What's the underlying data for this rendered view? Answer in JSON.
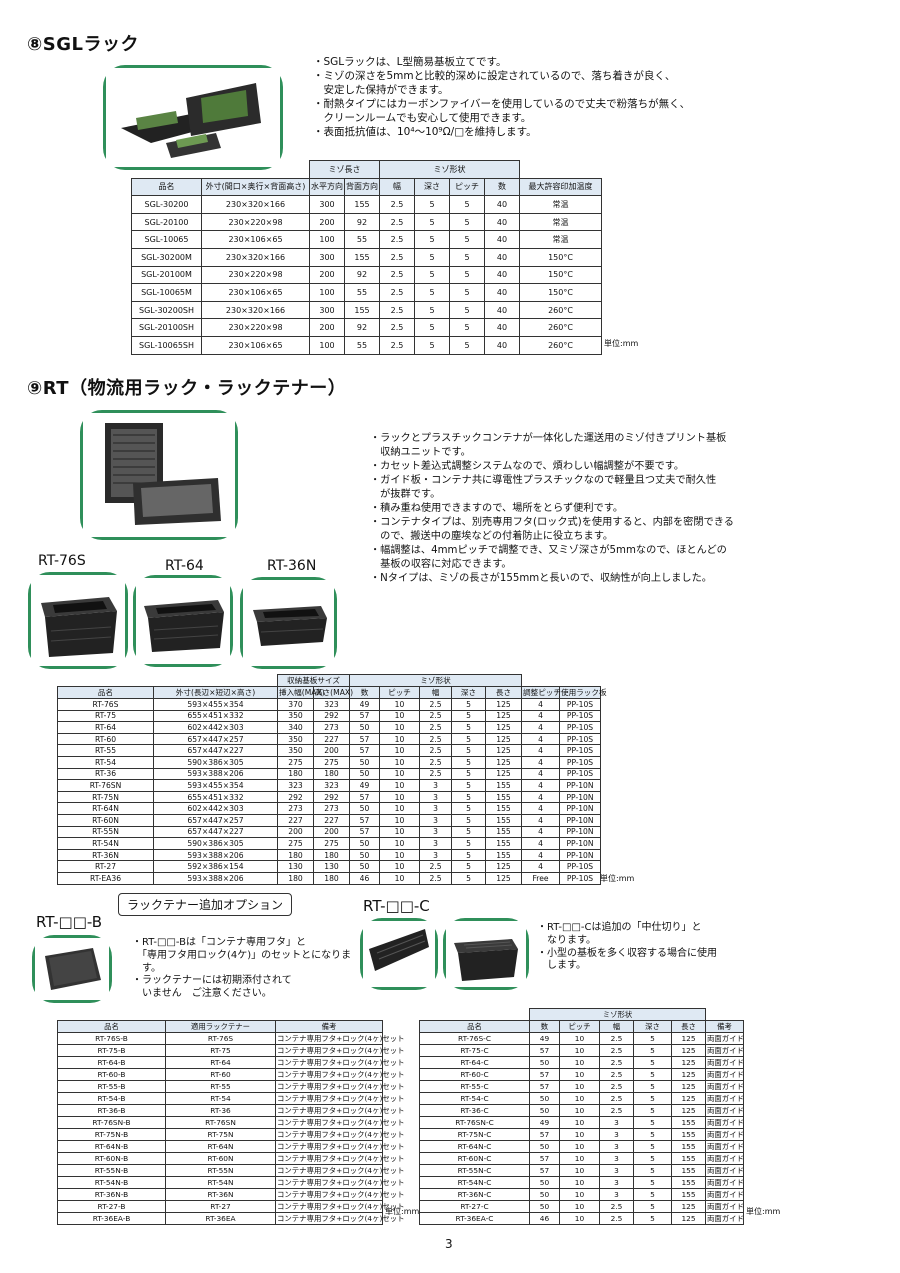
{
  "sgl": {
    "heading": "⑧SGLラック",
    "bullets": [
      "・SGLラックは、L型簡易基板立てです。",
      "・ミゾの深さを5mmと比較的深めに設定されているので、落ち着きが良く、",
      "　安定した保持ができます。",
      "・耐熱タイプにはカーボンファイバーを使用しているので丈夫で粉落ちが無く、",
      "　クリーンルームでも安心して使用できます。",
      "・表面抵抗値は、10⁴〜10⁹Ω/□を維持します。"
    ],
    "table": {
      "group_headers": [
        "ミゾ長さ",
        "ミゾ形状"
      ],
      "headers": [
        "品名",
        "外寸(間口×奥行×背面高さ)",
        "水平方向",
        "背面方向",
        "幅",
        "深さ",
        "ピッチ",
        "数",
        "最大許容印加温度"
      ],
      "rows": [
        [
          "SGL-30200",
          "230×320×166",
          "300",
          "155",
          "2.5",
          "5",
          "5",
          "40",
          "常温"
        ],
        [
          "SGL-20100",
          "230×220×98",
          "200",
          "92",
          "2.5",
          "5",
          "5",
          "40",
          "常温"
        ],
        [
          "SGL-10065",
          "230×106×65",
          "100",
          "55",
          "2.5",
          "5",
          "5",
          "40",
          "常温"
        ],
        [
          "SGL-30200M",
          "230×320×166",
          "300",
          "155",
          "2.5",
          "5",
          "5",
          "40",
          "150°C"
        ],
        [
          "SGL-20100M",
          "230×220×98",
          "200",
          "92",
          "2.5",
          "5",
          "5",
          "40",
          "150°C"
        ],
        [
          "SGL-10065M",
          "230×106×65",
          "100",
          "55",
          "2.5",
          "5",
          "5",
          "40",
          "150°C"
        ],
        [
          "SGL-30200SH",
          "230×320×166",
          "300",
          "155",
          "2.5",
          "5",
          "5",
          "40",
          "260°C"
        ],
        [
          "SGL-20100SH",
          "230×220×98",
          "200",
          "92",
          "2.5",
          "5",
          "5",
          "40",
          "260°C"
        ],
        [
          "SGL-10065SH",
          "230×106×65",
          "100",
          "55",
          "2.5",
          "5",
          "5",
          "40",
          "260°C"
        ]
      ],
      "unit": "単位:mm"
    }
  },
  "rt": {
    "heading": "⑨RT（物流用ラック・ラックテナー）",
    "bullets": [
      "・ラックとプラスチックコンテナが一体化した運送用のミゾ付きプリント基板",
      "　収納ユニットです。",
      "・カセット差込式調整システムなので、煩わしい幅調整が不要です。",
      "・ガイド板・コンテナ共に導電性プラスチックなので軽量且つ丈夫で耐久性",
      "　が抜群です。",
      "・積み重ね使用できますので、場所をとらず便利です。",
      "・コンテナタイプは、別売専用フタ(ロック式)を使用すると、内部を密閉できる",
      "　ので、搬送中の塵埃などの付着防止に役立ちます。",
      "・幅調整は、4mmピッチで調整でき、又ミゾ深さが5mmなので、ほとんどの",
      "　基板の収容に対応できます。",
      "・Nタイプは、ミゾの長さが155mmと長いので、収納性が向上しました。"
    ],
    "captions": [
      "RT-76S",
      "RT-64",
      "RT-36N"
    ],
    "table": {
      "group_headers": [
        "収納基板サイズ",
        "ミゾ形状"
      ],
      "headers": [
        "品名",
        "外寸(長辺×短辺×高さ)",
        "挿入幅(MAX)",
        "高さ(MAX)",
        "数",
        "ピッチ",
        "幅",
        "深さ",
        "長さ",
        "調整ピッチ",
        "使用ラック板"
      ],
      "rows": [
        [
          "RT-76S",
          "593×455×354",
          "370",
          "323",
          "49",
          "10",
          "2.5",
          "5",
          "125",
          "4",
          "PP-10S"
        ],
        [
          "RT-75",
          "655×451×332",
          "350",
          "292",
          "57",
          "10",
          "2.5",
          "5",
          "125",
          "4",
          "PP-10S"
        ],
        [
          "RT-64",
          "602×442×303",
          "340",
          "273",
          "50",
          "10",
          "2.5",
          "5",
          "125",
          "4",
          "PP-10S"
        ],
        [
          "RT-60",
          "657×447×257",
          "350",
          "227",
          "57",
          "10",
          "2.5",
          "5",
          "125",
          "4",
          "PP-10S"
        ],
        [
          "RT-55",
          "657×447×227",
          "350",
          "200",
          "57",
          "10",
          "2.5",
          "5",
          "125",
          "4",
          "PP-10S"
        ],
        [
          "RT-54",
          "590×386×305",
          "275",
          "275",
          "50",
          "10",
          "2.5",
          "5",
          "125",
          "4",
          "PP-10S"
        ],
        [
          "RT-36",
          "593×388×206",
          "180",
          "180",
          "50",
          "10",
          "2.5",
          "5",
          "125",
          "4",
          "PP-10S"
        ],
        [
          "RT-76SN",
          "593×455×354",
          "323",
          "323",
          "49",
          "10",
          "3",
          "5",
          "155",
          "4",
          "PP-10N"
        ],
        [
          "RT-75N",
          "655×451×332",
          "292",
          "292",
          "57",
          "10",
          "3",
          "5",
          "155",
          "4",
          "PP-10N"
        ],
        [
          "RT-64N",
          "602×442×303",
          "273",
          "273",
          "50",
          "10",
          "3",
          "5",
          "155",
          "4",
          "PP-10N"
        ],
        [
          "RT-60N",
          "657×447×257",
          "227",
          "227",
          "57",
          "10",
          "3",
          "5",
          "155",
          "4",
          "PP-10N"
        ],
        [
          "RT-55N",
          "657×447×227",
          "200",
          "200",
          "57",
          "10",
          "3",
          "5",
          "155",
          "4",
          "PP-10N"
        ],
        [
          "RT-54N",
          "590×386×305",
          "275",
          "275",
          "50",
          "10",
          "3",
          "5",
          "155",
          "4",
          "PP-10N"
        ],
        [
          "RT-36N",
          "593×388×206",
          "180",
          "180",
          "50",
          "10",
          "3",
          "5",
          "155",
          "4",
          "PP-10N"
        ],
        [
          "RT-27",
          "592×386×154",
          "130",
          "130",
          "50",
          "10",
          "2.5",
          "5",
          "125",
          "4",
          "PP-10S"
        ],
        [
          "RT-EA36",
          "593×388×206",
          "180",
          "180",
          "46",
          "10",
          "2.5",
          "5",
          "125",
          "Free",
          "PP-10S"
        ]
      ],
      "unit": "単位:mm"
    }
  },
  "options": {
    "title": "ラックテナー追加オプション",
    "b_label": "RT-□□-B",
    "c_label": "RT-□□-C",
    "b_text": [
      "・RT-□□-Bは「コンテナ専用フタ」と",
      "　「専用フタ用ロック(4ケ)」のセットとになりま",
      "　す。",
      "・ラックテナーには初期添付されて",
      "　いません　ご注意ください。"
    ],
    "c_text": [
      "・RT-□□-Cは追加の「中仕切り」と",
      "　なります。",
      "・小型の基板を多く収容する場合に使用",
      "　します。"
    ],
    "b_table": {
      "headers": [
        "品名",
        "適用ラックテナー",
        "備考"
      ],
      "rows": [
        [
          "RT-76S-B",
          "RT-76S",
          "コンテナ専用フタ+ロック(4ヶ)セット"
        ],
        [
          "RT-75-B",
          "RT-75",
          "コンテナ専用フタ+ロック(4ヶ)セット"
        ],
        [
          "RT-64-B",
          "RT-64",
          "コンテナ専用フタ+ロック(4ヶ)セット"
        ],
        [
          "RT-60-B",
          "RT-60",
          "コンテナ専用フタ+ロック(4ヶ)セット"
        ],
        [
          "RT-55-B",
          "RT-55",
          "コンテナ専用フタ+ロック(4ヶ)セット"
        ],
        [
          "RT-54-B",
          "RT-54",
          "コンテナ専用フタ+ロック(4ヶ)セット"
        ],
        [
          "RT-36-B",
          "RT-36",
          "コンテナ専用フタ+ロック(4ヶ)セット"
        ],
        [
          "RT-76SN-B",
          "RT-76SN",
          "コンテナ専用フタ+ロック(4ヶ)セット"
        ],
        [
          "RT-75N-B",
          "RT-75N",
          "コンテナ専用フタ+ロック(4ヶ)セット"
        ],
        [
          "RT-64N-B",
          "RT-64N",
          "コンテナ専用フタ+ロック(4ヶ)セット"
        ],
        [
          "RT-60N-B",
          "RT-60N",
          "コンテナ専用フタ+ロック(4ヶ)セット"
        ],
        [
          "RT-55N-B",
          "RT-55N",
          "コンテナ専用フタ+ロック(4ヶ)セット"
        ],
        [
          "RT-54N-B",
          "RT-54N",
          "コンテナ専用フタ+ロック(4ヶ)セット"
        ],
        [
          "RT-36N-B",
          "RT-36N",
          "コンテナ専用フタ+ロック(4ヶ)セット"
        ],
        [
          "RT-27-B",
          "RT-27",
          "コンテナ専用フタ+ロック(4ヶ)セット"
        ],
        [
          "RT-36EA-B",
          "RT-36EA",
          "コンテナ専用フタ+ロック(4ヶ)セット"
        ]
      ],
      "unit": "単位:mm"
    },
    "c_table": {
      "group_header": "ミゾ形状",
      "headers": [
        "品名",
        "数",
        "ピッチ",
        "幅",
        "深さ",
        "長さ",
        "備考"
      ],
      "rows": [
        [
          "RT-76S-C",
          "49",
          "10",
          "2.5",
          "5",
          "125",
          "両面ガイド"
        ],
        [
          "RT-75-C",
          "57",
          "10",
          "2.5",
          "5",
          "125",
          "両面ガイド"
        ],
        [
          "RT-64-C",
          "50",
          "10",
          "2.5",
          "5",
          "125",
          "両面ガイド"
        ],
        [
          "RT-60-C",
          "57",
          "10",
          "2.5",
          "5",
          "125",
          "両面ガイド"
        ],
        [
          "RT-55-C",
          "57",
          "10",
          "2.5",
          "5",
          "125",
          "両面ガイド"
        ],
        [
          "RT-54-C",
          "50",
          "10",
          "2.5",
          "5",
          "125",
          "両面ガイド"
        ],
        [
          "RT-36-C",
          "50",
          "10",
          "2.5",
          "5",
          "125",
          "両面ガイド"
        ],
        [
          "RT-76SN-C",
          "49",
          "10",
          "3",
          "5",
          "155",
          "両面ガイド"
        ],
        [
          "RT-75N-C",
          "57",
          "10",
          "3",
          "5",
          "155",
          "両面ガイド"
        ],
        [
          "RT-64N-C",
          "50",
          "10",
          "3",
          "5",
          "155",
          "両面ガイド"
        ],
        [
          "RT-60N-C",
          "57",
          "10",
          "3",
          "5",
          "155",
          "両面ガイド"
        ],
        [
          "RT-55N-C",
          "57",
          "10",
          "3",
          "5",
          "155",
          "両面ガイド"
        ],
        [
          "RT-54N-C",
          "50",
          "10",
          "3",
          "5",
          "155",
          "両面ガイド"
        ],
        [
          "RT-36N-C",
          "50",
          "10",
          "3",
          "5",
          "155",
          "両面ガイド"
        ],
        [
          "RT-27-C",
          "50",
          "10",
          "2.5",
          "5",
          "125",
          "両面ガイド"
        ],
        [
          "RT-36EA-C",
          "46",
          "10",
          "2.5",
          "5",
          "125",
          "両面ガイド"
        ]
      ],
      "unit": "単位:mm"
    }
  },
  "page_number": "3",
  "colors": {
    "frame": "#2f8f5a",
    "header_fill": "#dfe9f3"
  }
}
